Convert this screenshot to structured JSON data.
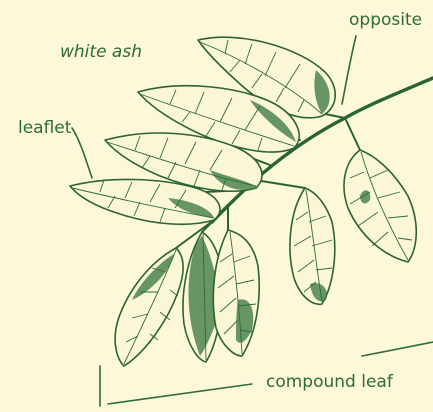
{
  "labels": {
    "species": "white ash",
    "opposite": "opposite",
    "leaflet": "leaflet",
    "compound_leaf": "compound leaf"
  },
  "colors": {
    "background": "#fdf8d8",
    "ink": "#2e6b3a",
    "leaf_fill": "#fbf6d6"
  }
}
